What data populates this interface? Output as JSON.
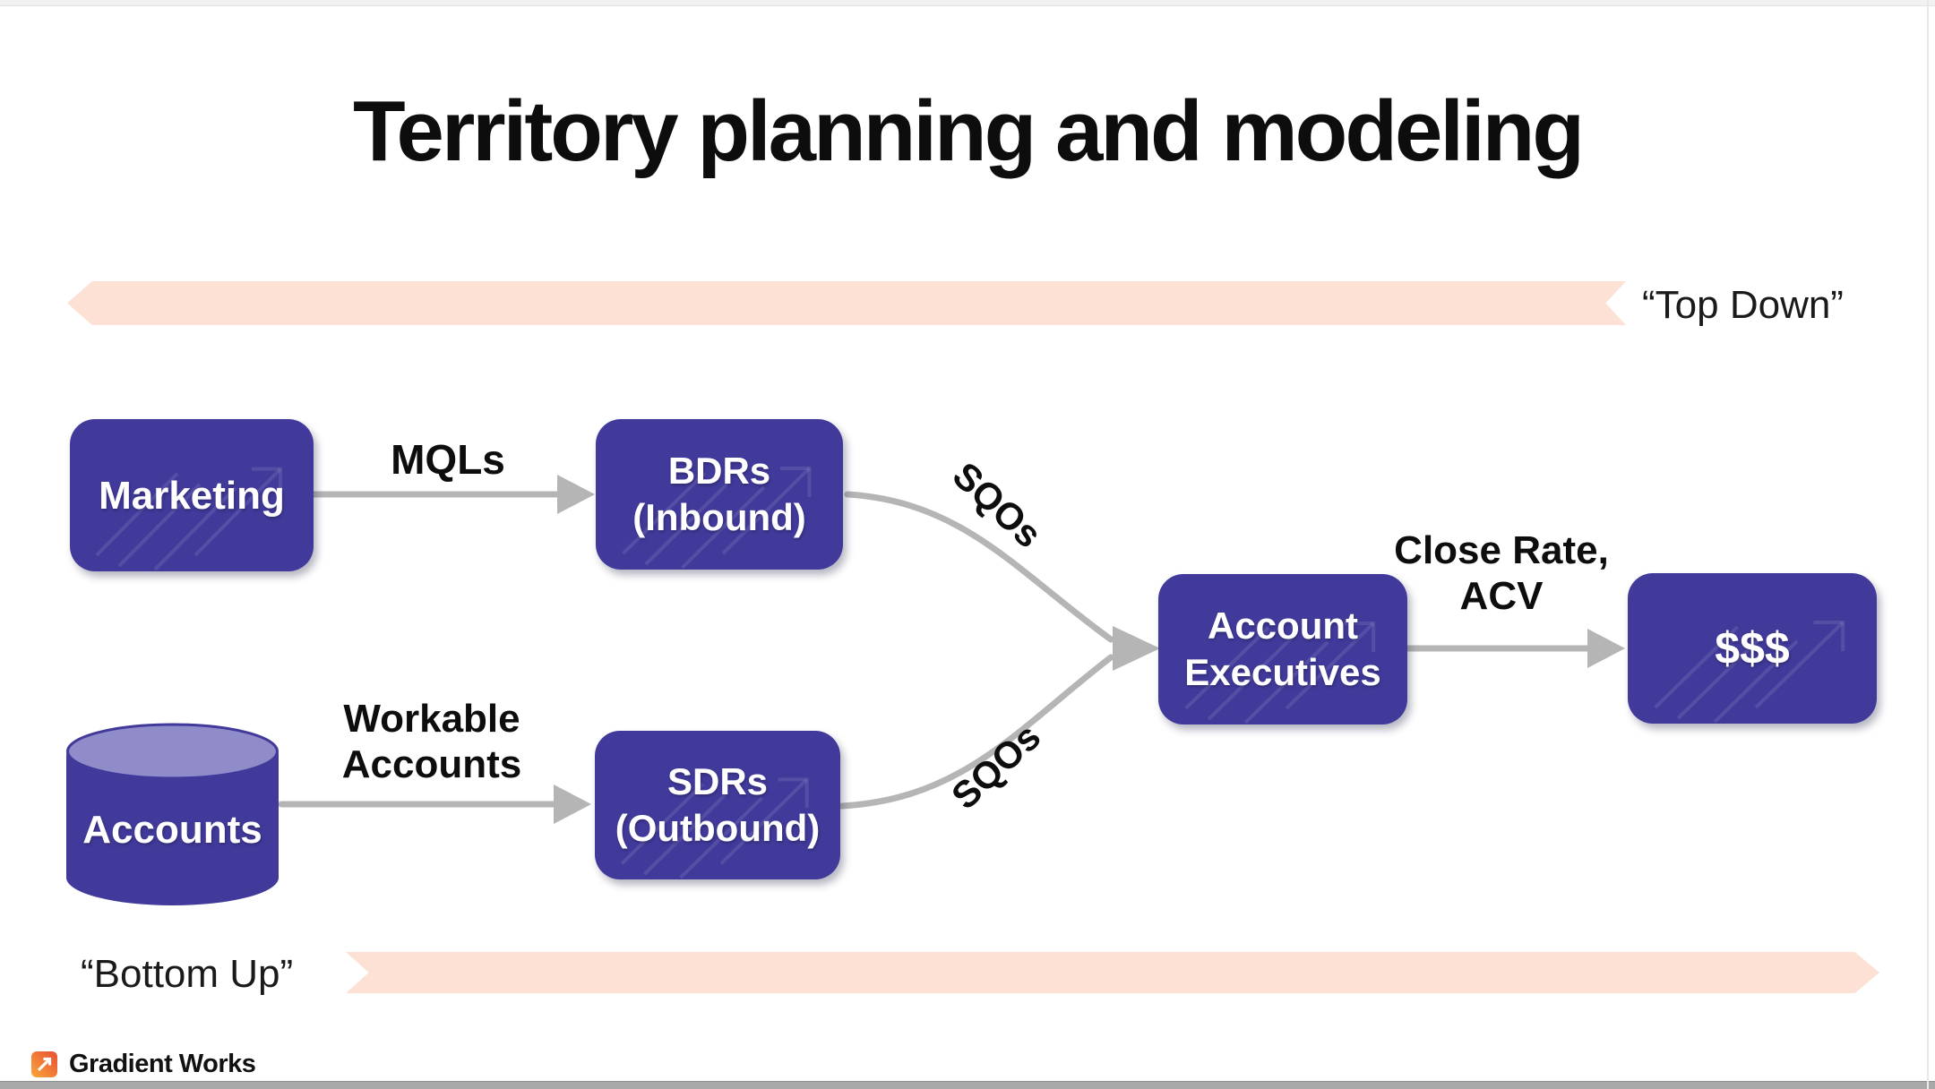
{
  "slide": {
    "title": "Territory planning and modeling",
    "top_band_label": "“Top Down”",
    "bottom_band_label": "“Bottom Up”"
  },
  "nodes": {
    "marketing": {
      "label": "Marketing"
    },
    "bdrs": {
      "line1": "BDRs",
      "line2": "(Inbound)"
    },
    "accounts": {
      "label": "Accounts"
    },
    "sdrs": {
      "line1": "SDRs",
      "line2": "(Outbound)"
    },
    "account_executives": {
      "line1": "Account",
      "line2": "Executives"
    },
    "revenue": {
      "label": "$$$"
    }
  },
  "edge_labels": {
    "mqls": "MQLs",
    "workable": {
      "line1": "Workable",
      "line2": "Accounts"
    },
    "sqos_top": "SQOs",
    "sqos_bottom": "SQOs",
    "close_rate": {
      "line1": "Close Rate,",
      "line2": "ACV"
    }
  },
  "footer": {
    "brand": "Gradient Works"
  },
  "colors": {
    "node_purple": "#413a9b",
    "cylinder_top": "#8f8cc9",
    "band_peach": "#fce1d4",
    "connector_gray": "#b5b5b5",
    "logo_gradient_start": "#f9a83b",
    "logo_gradient_end": "#e94d35",
    "text_black": "#0d0d0d"
  }
}
